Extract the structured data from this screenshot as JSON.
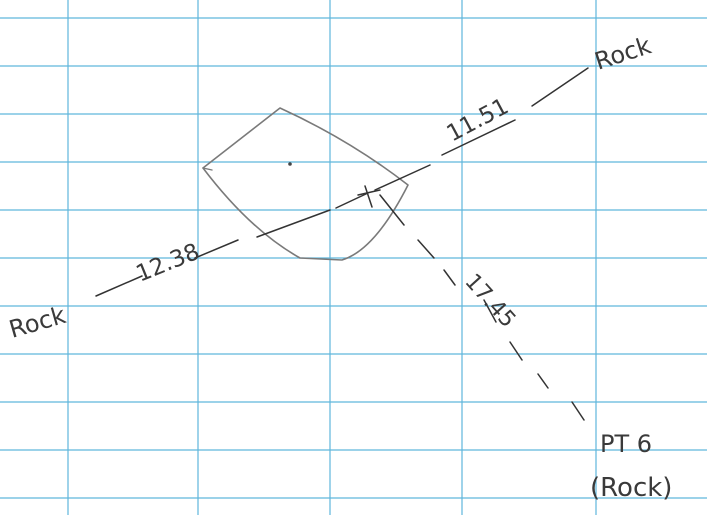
{
  "colors": {
    "paper": "#ffffff",
    "grid": "#5fb6dc",
    "ink": "#333333",
    "pencil": "#7a7a7a"
  },
  "labels": {
    "rock_left": "Rock",
    "rock_top_right": "Rock",
    "dist_left": "12.38",
    "dist_right": "11.51",
    "dist_dashed": "17.45",
    "pt_label": "PT 6",
    "pt_rock": "(Rock)"
  }
}
